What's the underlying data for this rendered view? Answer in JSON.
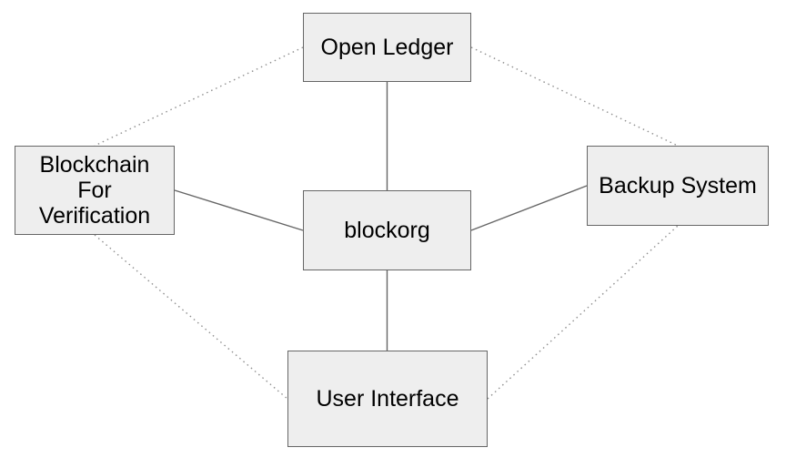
{
  "diagram": {
    "nodes": [
      {
        "id": "open-ledger",
        "label": "Open Ledger"
      },
      {
        "id": "blockchain-for-verification",
        "label": "Blockchain\nFor\nVerification"
      },
      {
        "id": "backup-system",
        "label": "Backup System"
      },
      {
        "id": "blockorg",
        "label": "blockorg"
      },
      {
        "id": "user-interface",
        "label": "User Interface"
      }
    ],
    "edges": [
      {
        "from": "open-ledger",
        "to": "blockorg",
        "style": "solid"
      },
      {
        "from": "blockchain-for-verification",
        "to": "blockorg",
        "style": "solid"
      },
      {
        "from": "blockorg",
        "to": "backup-system",
        "style": "solid"
      },
      {
        "from": "blockorg",
        "to": "user-interface",
        "style": "solid"
      },
      {
        "from": "open-ledger",
        "to": "blockchain-for-verification",
        "style": "dotted"
      },
      {
        "from": "open-ledger",
        "to": "backup-system",
        "style": "dotted"
      },
      {
        "from": "blockchain-for-verification",
        "to": "user-interface",
        "style": "dotted"
      },
      {
        "from": "user-interface",
        "to": "backup-system",
        "style": "dotted"
      }
    ],
    "colors": {
      "background": "#ffffff",
      "node_fill": "#eeeeee",
      "node_border": "#666666",
      "solid_edge": "#666666",
      "dotted_edge": "#8f8f8f",
      "text": "#000000"
    }
  }
}
